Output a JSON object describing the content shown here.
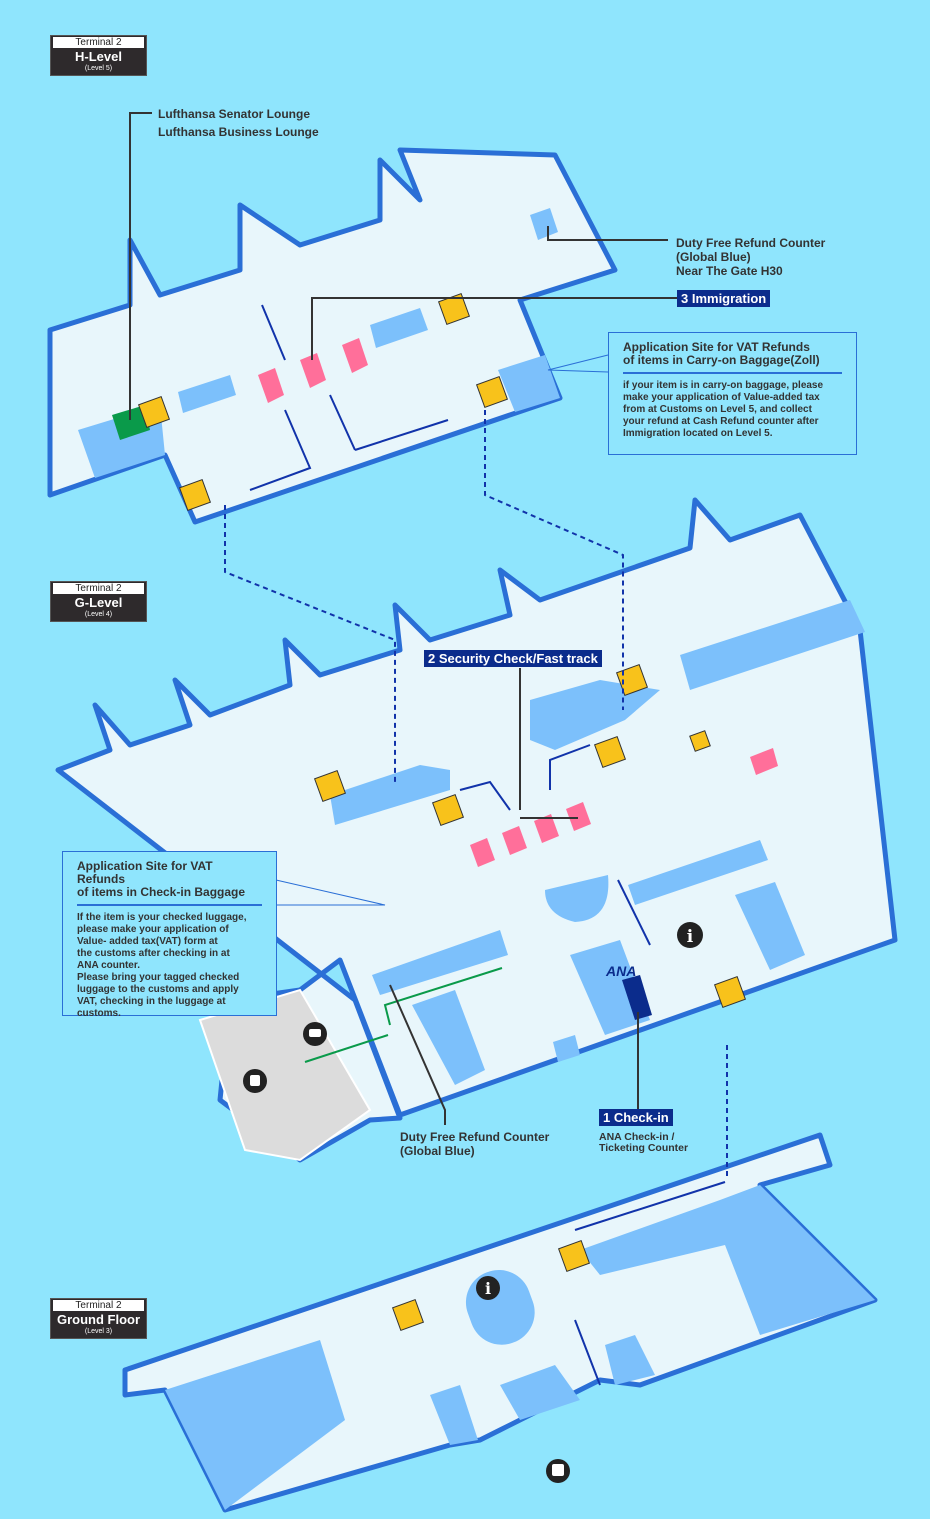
{
  "levels": [
    {
      "terminal": "Terminal 2",
      "name": "H-Level",
      "sub": "(Level 5)"
    },
    {
      "terminal": "Terminal 2",
      "name": "G-Level",
      "sub": "(Level 4)"
    },
    {
      "terminal": "Terminal 2",
      "name": "Ground Floor",
      "sub": "(Level 3)"
    }
  ],
  "labels": {
    "lounge1": "Lufthansa Senator Lounge",
    "lounge2": "Lufthansa Business Lounge",
    "dfr_h": [
      "Duty Free Refund Counter",
      "(Global Blue)",
      "Near The Gate H30"
    ],
    "immigration": "3 Immigration",
    "security": "2 Security Check/Fast track",
    "checkin": "1 Check-in",
    "checkin_sub": [
      "ANA Check-in /",
      "Ticketing Counter"
    ],
    "dfr_g": [
      "Duty Free Refund Counter",
      "(Global Blue)"
    ],
    "ana_logo": "ANA"
  },
  "boxes": {
    "carryon": {
      "title": "Application Site for VAT Refunds\nof items in Carry-on Baggage(Zoll)",
      "body": "if your item is in carry-on baggage, please\nmake your application of Value-added tax\nfrom at Customs on Level 5, and collect\nyour refund at Cash Refund counter after\nImmigration located on Level 5."
    },
    "checked": {
      "title": "Application Site for VAT Refunds\nof items in Check-in Baggage",
      "body": "If the item is your checked luggage,\nplease make your application of\nValue- added tax(VAT) form at\nthe  customs after checking in at\nANA counter.\nPlease bring your tagged checked\nluggage to the customs and apply\nVAT, checking in the luggage at\ncustoms."
    }
  },
  "colors": {
    "bg": "#8fe5fd",
    "floor": "#e8f6fb",
    "edge": "#2a6fd6",
    "block": "#7cc0fb",
    "pink": "#ff6f9a",
    "yellow": "#f8c21b",
    "navy": "#0b2c8c",
    "green": "#0a9a4a"
  }
}
